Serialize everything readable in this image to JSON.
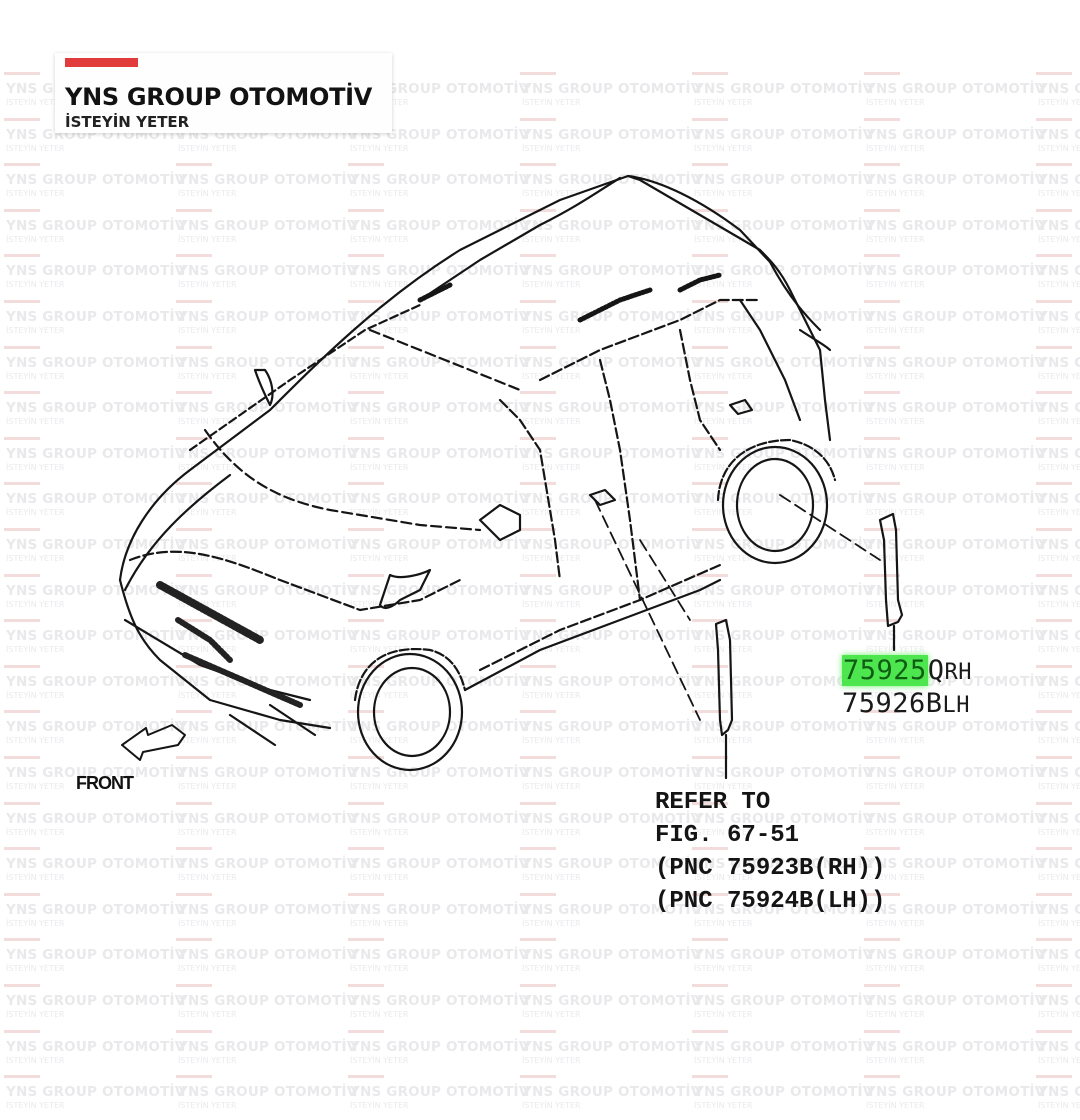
{
  "branding": {
    "title": "YNS GROUP OTOMOTİV",
    "subtitle": "İSTEYİN YETER",
    "accent_color": "#e23b3b"
  },
  "watermark": {
    "title": "YNS GROUP OTOMOTİV",
    "subtitle": "İSTEYİN YETER"
  },
  "diagram": {
    "subject": "vehicle body side molding parts diagram",
    "direction_label": "FRONT",
    "direction_icon": "arrow-front-icon",
    "parts": [
      {
        "number": "75925",
        "suffix": "Q",
        "side": "RH",
        "highlighted": true,
        "highlight_color": "#4ee64e"
      },
      {
        "number": "75926",
        "suffix": "B",
        "side": "LH",
        "highlighted": false
      }
    ],
    "reference": {
      "line1": "REFER TO",
      "line2": "FIG. 67-51",
      "line3": "(PNC 75923B(RH))",
      "line4": "(PNC 75924B(LH))"
    }
  }
}
